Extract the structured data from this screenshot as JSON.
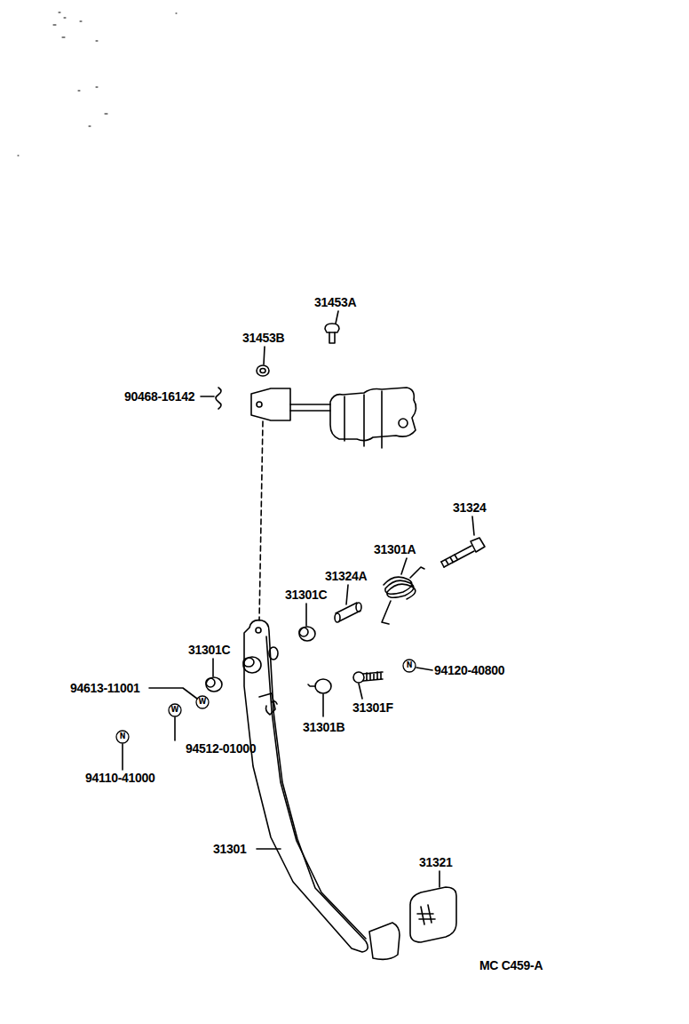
{
  "diagram": {
    "labels": [
      "31453A",
      "31453B",
      "90468-16142",
      "31324",
      "31301A",
      "31324A",
      "31301C",
      "31301C",
      "N",
      "94120-40800",
      "94613-11001",
      "31301F",
      "W",
      "W",
      "31301B",
      "N",
      "94512-01000",
      "94110-41000",
      "31301",
      "31321",
      "MC C459-A"
    ]
  }
}
